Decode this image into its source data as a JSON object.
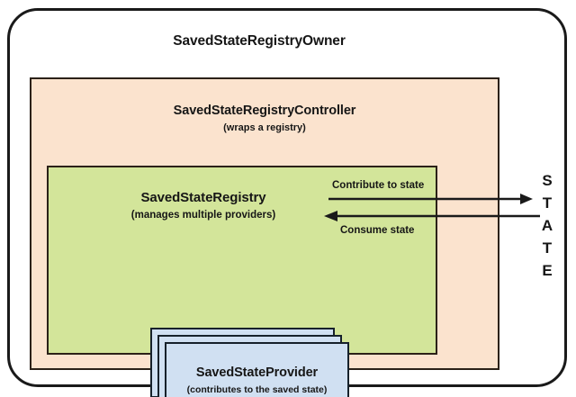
{
  "diagram": {
    "type": "nested-architecture-diagram",
    "owner": {
      "title": "SavedStateRegistryOwner",
      "shape": "rounded-rectangle",
      "fill": "#ffffff",
      "border": "#1a1a1a"
    },
    "controller": {
      "title": "SavedStateRegistryController",
      "subtitle": "(wraps a registry)",
      "fill": "#fbe3ce",
      "border": "#2b2118"
    },
    "registry": {
      "title": "SavedStateRegistry",
      "subtitle": "(manages multiple providers)",
      "fill": "#d3e59a",
      "border": "#2b2118"
    },
    "provider": {
      "title": "SavedStateProvider",
      "subtitle": "(contributes to the saved state)",
      "fill": "#d0e0f2",
      "border": "#16212b",
      "stack_count": 3
    },
    "arrows": [
      {
        "label": "Contribute to state",
        "direction": "right",
        "from": "registry",
        "to": "state"
      },
      {
        "label": "Consume state",
        "direction": "left",
        "from": "state",
        "to": "registry"
      }
    ],
    "state_axis": {
      "text": "STATE",
      "letters": [
        "S",
        "T",
        "A",
        "T",
        "E"
      ],
      "orientation": "vertical"
    }
  }
}
